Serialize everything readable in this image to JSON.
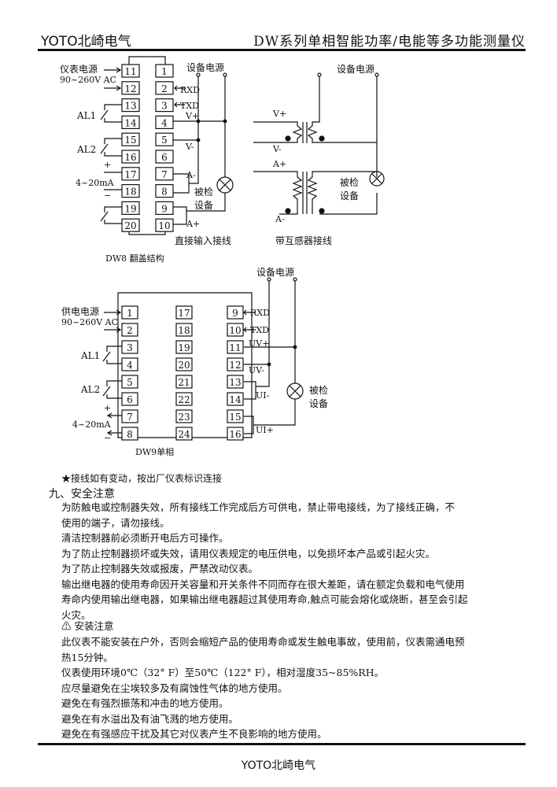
{
  "header": {
    "brand": "YOTO北崎电气",
    "title": "DW系列单相智能功率/电能等多功能测量仪"
  },
  "dw8": {
    "left_terminals": [
      "11",
      "12",
      "13",
      "14",
      "15",
      "16",
      "17",
      "18",
      "19",
      "20"
    ],
    "right_terminals": [
      "1",
      "2",
      "3",
      "4",
      "5",
      "6",
      "7",
      "8",
      "9",
      "10"
    ],
    "power_label": "仪表电源",
    "voltage": "90~260V AC",
    "al1": "AL1",
    "al2": "AL2",
    "plus": "+",
    "minus": "−",
    "current": "4~20mA",
    "rxd": "RXD",
    "txd": "TXD",
    "vplus": "V+",
    "vminus": "V-",
    "aminus": "A-",
    "aplus": "A+",
    "device_power": "设备电源",
    "dut1": "被检",
    "dut2": "设备",
    "direct": "直接输入接线",
    "caption": "DW8 翻盖结构"
  },
  "ct": {
    "device_power": "设备电源",
    "vplus": "V+",
    "vminus": "V-",
    "aplus": "A+",
    "aminus": "A-",
    "dut1": "被检",
    "dut2": "设备",
    "caption": "带互感器接线"
  },
  "dw9": {
    "col1": [
      "1",
      "2",
      "3",
      "4",
      "5",
      "6",
      "7",
      "8"
    ],
    "col2": [
      "17",
      "18",
      "19",
      "20",
      "21",
      "22",
      "23",
      "24"
    ],
    "col3": [
      "9",
      "10",
      "11",
      "12",
      "13",
      "14",
      "15",
      "16"
    ],
    "power_label": "供电电源",
    "voltage": "90~260V AC",
    "al1": "AL1",
    "al2": "AL2",
    "plus": "+",
    "minus": "−",
    "current": "4~20mA",
    "rxd": "RXD",
    "txd": "TXD",
    "uvplus": "UV+",
    "uvminus": "UV-",
    "uiminus": "UI-",
    "uiplus": "UI+",
    "device_power": "设备电源",
    "dut1": "被检",
    "dut2": "设备",
    "caption": "DW9单相"
  },
  "note": "★接线如有变动，按出厂仪表标识连接",
  "safety": {
    "title": "九、安全注意",
    "lines": [
      "为防触电或控制器失效，所有接线工作完成后方可供电，禁止带电接线，为了接线正确，不",
      "使用的端子，请勿接线。",
      "清洁控制器前必须断开电后方可操作。",
      "为了防止控制器损坏或失效，请用仪表规定的电压供电，以免损坏本产品或引起火灾。",
      "为了防止控制器失效或报废，严禁改动仪表。",
      "输出继电器的使用寿命因开关容量和开关条件不同而存在很大差距，请在额定负载和电气使用",
      "寿命内使用输出继电器，如果输出继电器超过其使用寿命,触点可能会熔化或烧断，甚至会引起",
      "火灾。"
    ],
    "install_title": "⚠ 安装注意",
    "install_lines": [
      "此仪表不能安装在户外，否则会缩短产品的使用寿命或发生触电事故，使用前，仪表需通电预",
      "热15分钟。",
      "仪表使用环境0℃（32° F）至50℃（122° F），相对湿度35~85%RH。",
      "应尽量避免在尘埃较多及有腐蚀性气体的地方使用。",
      "避免在有强烈振荡和冲击的地方使用。",
      "避免在有水溢出及有油飞溅的地方使用。",
      "避免在有强感应干扰及其它对仪表产生不良影响的地方使用。"
    ]
  },
  "footer": "YOTO北崎电气"
}
